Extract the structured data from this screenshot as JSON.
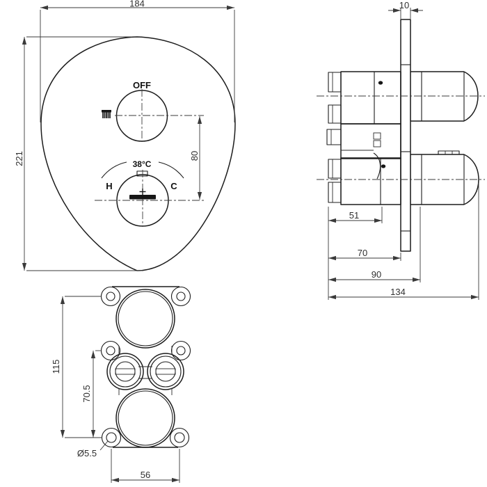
{
  "drawing": {
    "front_view": {
      "dim_width": "184",
      "dim_height": "221",
      "dim_handle_spacing": "80",
      "off_label": "OFF",
      "temperature_label": "38°C",
      "hot_label": "H",
      "cold_label": "C"
    },
    "side_view": {
      "dim_plate_thickness": "10",
      "dim_body_depth": "51",
      "dim_to_plate": "70",
      "dim_to_handle_base": "90",
      "dim_overall_depth": "134"
    },
    "mounting_view": {
      "dim_hole_spacing_vertical": "115",
      "dim_hole_spacing_middle": "70.5",
      "dim_hole_diameter": "Ø5.5",
      "dim_hole_spacing_horizontal": "56"
    }
  }
}
